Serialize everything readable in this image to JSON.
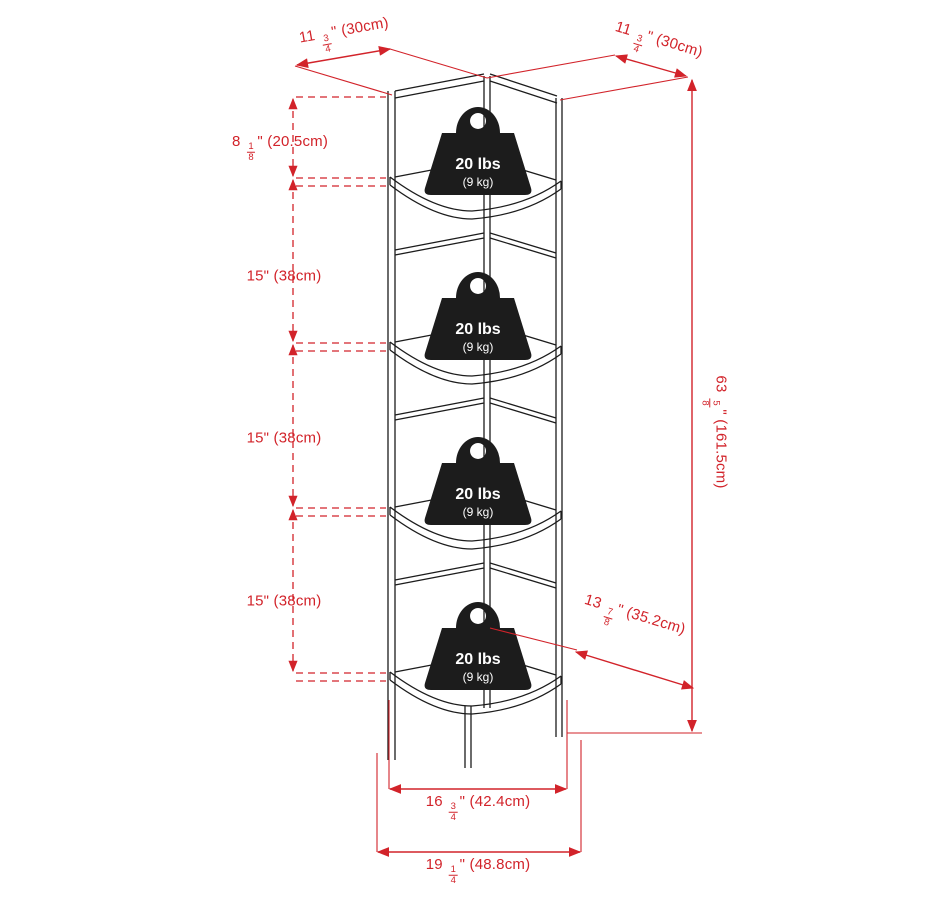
{
  "diagram": {
    "colors": {
      "dimension_red": "#d2232a",
      "drawing_black": "#1c1c1c"
    },
    "weights": [
      {
        "label": "20 lbs",
        "sublabel": "(9 kg)"
      },
      {
        "label": "20 lbs",
        "sublabel": "(9 kg)"
      },
      {
        "label": "20 lbs",
        "sublabel": "(9 kg)"
      },
      {
        "label": "20 lbs",
        "sublabel": "(9 kg)"
      }
    ],
    "dims": {
      "top_left": {
        "pre": "11 ",
        "num": "3",
        "den": "4",
        "post": "\" (30cm)"
      },
      "top_right": {
        "pre": "11 ",
        "num": "3",
        "den": "4",
        "post": "\" (30cm)"
      },
      "left_top": {
        "pre": "8 ",
        "num": "1",
        "den": "8",
        "post": "\" (20.5cm)"
      },
      "left_mid1": {
        "text": "15\" (38cm)"
      },
      "left_mid2": {
        "text": "15\" (38cm)"
      },
      "left_mid3": {
        "text": "15\" (38cm)"
      },
      "height": {
        "pre": "63 ",
        "num": "5",
        "den": "8",
        "post": "\" (161.5cm)"
      },
      "shelf_diag": {
        "pre": "13 ",
        "num": "7",
        "den": "8",
        "post": "\" (35.2cm)"
      },
      "base_inner": {
        "pre": "16 ",
        "num": "3",
        "den": "4",
        "post": "\" (42.4cm)"
      },
      "base_outer": {
        "pre": "19 ",
        "num": "1",
        "den": "4",
        "post": "\" (48.8cm)"
      }
    }
  }
}
